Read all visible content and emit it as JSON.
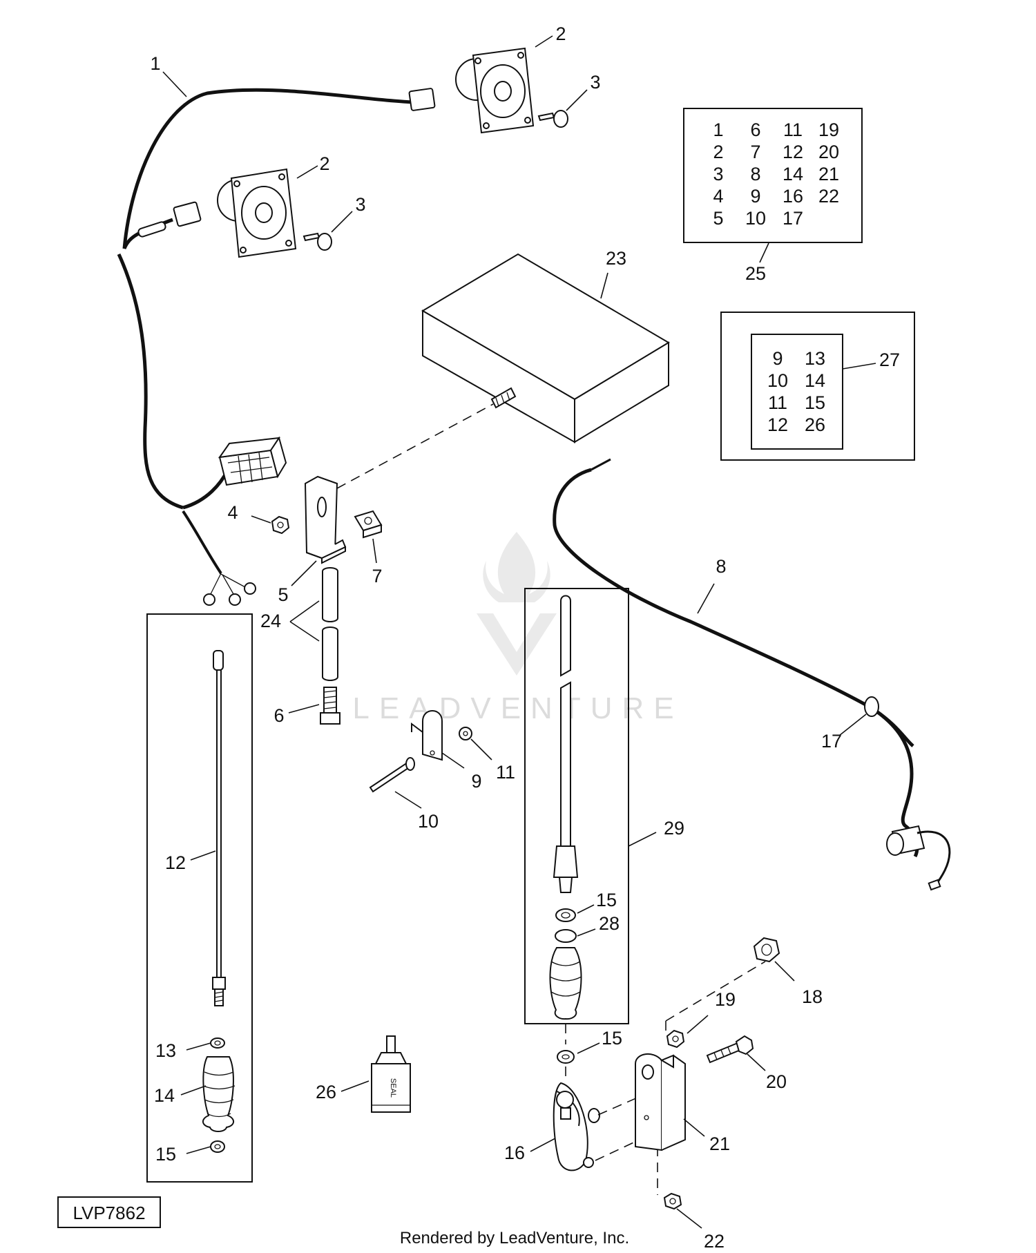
{
  "part_labels": {
    "p1": "1",
    "p2a": "2",
    "p2b": "2",
    "p3a": "3",
    "p3b": "3",
    "p4": "4",
    "p5": "5",
    "p6": "6",
    "p7": "7",
    "p8": "8",
    "p9": "9",
    "p10": "10",
    "p11": "11",
    "p12": "12",
    "p13": "13",
    "p14": "14",
    "p15a": "15",
    "p15b": "15",
    "p15c": "15",
    "p16": "16",
    "p17": "17",
    "p18": "18",
    "p19": "19",
    "p20": "20",
    "p21": "21",
    "p22": "22",
    "p23": "23",
    "p24": "24",
    "p25": "25",
    "p26": "26",
    "p27": "27",
    "p28": "28",
    "p29": "29"
  },
  "kit_25": {
    "label": "25",
    "grid": [
      [
        "1",
        "6",
        "11",
        "19"
      ],
      [
        "2",
        "7",
        "12",
        "20"
      ],
      [
        "3",
        "8",
        "14",
        "21"
      ],
      [
        "4",
        "9",
        "16",
        "22"
      ],
      [
        "5",
        "10",
        "17",
        ""
      ]
    ]
  },
  "kit_27": {
    "label": "27",
    "grid": [
      [
        "9",
        "13"
      ],
      [
        "10",
        "14"
      ],
      [
        "11",
        "15"
      ],
      [
        "12",
        "26"
      ]
    ]
  },
  "diagram_code": "LVP7862",
  "footer": "Rendered by LeadVenture, Inc.",
  "watermark": "LEADVENTURE",
  "tube_text": "SEAL"
}
